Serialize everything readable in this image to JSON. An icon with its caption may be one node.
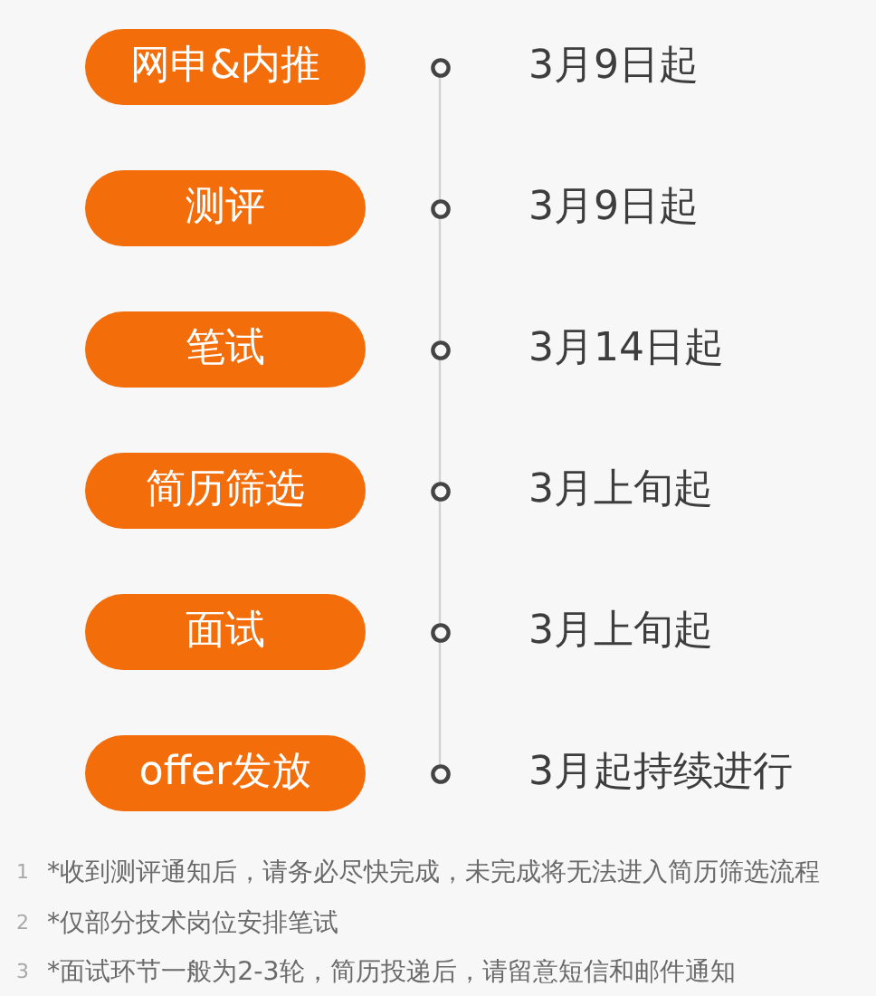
{
  "diagram": {
    "nodes": [
      {
        "text": [
          "网申&内推"
        ]
      },
      {
        "text": [
          "测评"
        ]
      },
      {
        "text": [
          "笔试"
        ]
      },
      {
        "text": [
          "简历筛选"
        ]
      },
      {
        "text": [
          "面试"
        ]
      },
      {
        "text": [
          "offer发放"
        ]
      }
    ],
    "labels": [
      "3月9日起",
      "3月9日起",
      "3月14日起",
      "3月上旬起",
      "3月上旬起",
      "3月起持续进行",
      "1",
      "*收到测评通知后，请务必尽快完成，未完成将无法进入简历筛选流程",
      "2",
      "*仅部分技术岗位安排笔试",
      "3",
      "*面试环节一般为2-3轮，简历投递后，请留意短信和邮件通知"
    ]
  }
}
